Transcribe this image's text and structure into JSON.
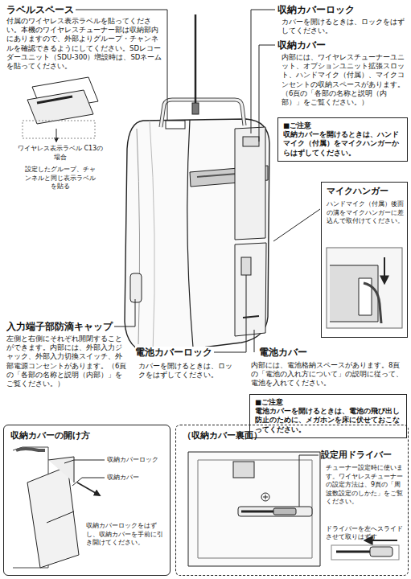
{
  "diagram": {
    "nodes": [
      {
        "text": [
          "■ご注意",
          "収納カバーを開けるときは、ハンドマイク（付属）をマイクハンガーからはずしてください。"
        ]
      },
      {
        "text": [
          "マイクハンガー",
          "ハンドマイク（付属）後面の溝をマイクハンガーに差込んで取付けてください。"
        ]
      },
      {
        "text": [
          "■ご注意",
          "電池カバーを開けるときは、電池の飛び出し防止のために、メガホンを床に伏せておこなってください。"
        ]
      },
      {
        "text": [
          "収納カバーの開け方",
          "収納カバーロック",
          "収納カバー",
          "収納カバーロックをはずし、収納カバーを手前に引き開けてください。"
        ]
      },
      {
        "text": [
          "（収納カバー裏面）",
          "設定用ドライバー",
          "チューナー設定時に使います。ワイヤレスチューナーの設定方法は、9頁の「周波数設定のしかた」をご覧ください。",
          "ドライバーを左へスライドさせて取りはずす"
        ]
      }
    ],
    "labels": [
      "ラベルスペース",
      "付属のワイヤレス表示ラベルを貼ってください。本機のワイヤレスチューナー部は収納部内にありますので、外部よりグループ・チャンネルを確認できるようにしてください。SDレコーダーユニット（SDU-300）増設時は、SDネームを貼ってください。",
      "ワイヤレス表示ラベル C13の場合",
      "設定したグループ、チャンネルと同じ表示ラベルを貼る",
      "収納カバーロック",
      "カバーを開けるときは、ロックをはずしてください。",
      "収納カバー",
      "内部には、ワイヤレスチューナーユニット、オプションユニット拡張スロット、ハンドマイク（付属）、マイクコンセントの収納スペースがあります。（6頁の「各部の名称と説明（内部）」をご覧ください。）",
      "入力端子部防滴キャップ",
      "左側と右側にそれぞれ開閉することができます。内部には、外部入力ジャック、外部入力切換スイッチ、外部電源コンセントがあります。（6頁の「各部の名称と説明（内部）」をご覧ください。）",
      "電池カバーロック",
      "カバーを開けるときは、ロックをはずしてください。",
      "電池カバー",
      "内部には、電池格納スペースがあります。8頁の「電池の入れ方について」の説明に従って、電池を入れてください。"
    ]
  }
}
